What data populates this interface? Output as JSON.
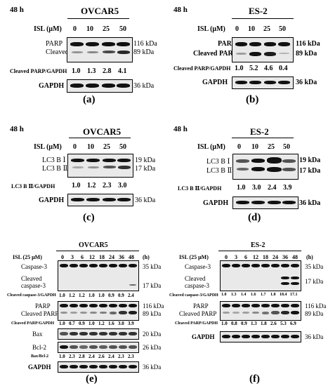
{
  "panels": {
    "a": {
      "time": "48 h",
      "cell": "OVCAR5",
      "isl_label": "ISL (μM)",
      "doses": [
        "0",
        "10",
        "25",
        "50"
      ],
      "markers": [
        "PARP",
        "Cleaved PARP"
      ],
      "kda": [
        "116 kDa",
        "89 kDa"
      ],
      "ratio_label": "Cleaved PARP/GAPDH",
      "ratios": [
        "1.0",
        "1.3",
        "2.8",
        "4.1"
      ],
      "ctrl": "GAPDH",
      "ctrl_kda": "36 kDa",
      "letter": "(a)"
    },
    "b": {
      "time": "48 h",
      "cell": "ES-2",
      "isl_label": "ISL (μM)",
      "doses": [
        "0",
        "10",
        "25",
        "50"
      ],
      "markers": [
        "PARP",
        "Cleaved PARP"
      ],
      "kda": [
        "116 kDa",
        "89 kDa"
      ],
      "ratio_label": "Cleaved PARP/GAPDH",
      "ratios": [
        "1.0",
        "5.2",
        "4.6",
        "0.4"
      ],
      "ctrl": "GAPDH",
      "ctrl_kda": "36 kDa",
      "letter": "(b)"
    },
    "c": {
      "time": "48 h",
      "cell": "OVCAR5",
      "isl_label": "ISL (μM)",
      "doses": [
        "0",
        "10",
        "25",
        "50"
      ],
      "markers": [
        "LC3 B Ⅰ",
        "LC3 B Ⅱ"
      ],
      "kda": [
        "19 kDa",
        "17 kDa"
      ],
      "ratio_label": "LC3 B Ⅱ/GAPDH",
      "ratios": [
        "1.0",
        "1.2",
        "2.3",
        "3.0"
      ],
      "ctrl": "GAPDH",
      "ctrl_kda": "36 kDa",
      "letter": "(c)"
    },
    "d": {
      "time": "48 h",
      "cell": "ES-2",
      "isl_label": "ISL (μM)",
      "doses": [
        "0",
        "10",
        "25",
        "50"
      ],
      "markers": [
        "LC3 B Ⅰ",
        "LC3 B Ⅱ"
      ],
      "kda": [
        "19 kDa",
        "17 kDa"
      ],
      "ratio_label": "LC3 B Ⅱ/GAPDH",
      "ratios": [
        "1.0",
        "3.0",
        "2.4",
        "3.9"
      ],
      "ctrl": "GAPDH",
      "ctrl_kda": "36 kDa",
      "letter": "(d)"
    },
    "e": {
      "cell": "OVCAR5",
      "isl_label": "ISL (25 μM)",
      "times": [
        "0",
        "3",
        "6",
        "12",
        "18",
        "24",
        "36",
        "48"
      ],
      "unit": "(h)",
      "casp": "Caspase-3",
      "casp_kda": "35 kDa",
      "cleaved_casp": [
        "Cleaved",
        "caspase-3"
      ],
      "cleaved_casp_kda": "17 kDa",
      "casp_ratio_label": "Cleaved caspase-3/GAPDH",
      "casp_ratios": [
        "1.0",
        "1.2",
        "1.2",
        "1.0",
        "1.0",
        "0.9",
        "0.9",
        "2.4"
      ],
      "parp": "PARP",
      "parp_kda": "116 kDa",
      "cleaved_parp": "Cleaved PARP",
      "cleaved_parp_kda": "89 kDa",
      "parp_ratio_label": "Cleaved PARP/GAPDH",
      "parp_ratios": [
        "1.0",
        "0.7",
        "0.9",
        "1.0",
        "1.2",
        "1.6",
        "3.0",
        "3.9"
      ],
      "bax": "Bax",
      "bax_kda": "20 kDa",
      "bcl": "Bcl-2",
      "bcl_kda": "26 kDa",
      "bax_ratio_label": "Bax/Bcl-2",
      "bax_ratios": [
        "1.0",
        "2.3",
        "2.8",
        "2.4",
        "2.6",
        "2.4",
        "2.3",
        "2.3"
      ],
      "ctrl": "GAPDH",
      "ctrl_kda": "36 kDa",
      "letter": "(e)"
    },
    "f": {
      "cell": "ES-2",
      "isl_label": "ISL (25 μM)",
      "times": [
        "0",
        "3",
        "6",
        "12",
        "18",
        "24",
        "36",
        "48"
      ],
      "unit": "(h)",
      "casp": "Caspase-3",
      "casp_kda": "35 kDa",
      "cleaved_casp": [
        "Cleaved",
        "caspase-3"
      ],
      "cleaved_casp_kda": "17 kDa",
      "casp_ratio_label": "Cleaved caspase-3/GAPDH",
      "casp_ratios": [
        "1.0",
        "1.3",
        "1.4",
        "1.6",
        "1.7",
        "1.8",
        "18.4",
        "17.1"
      ],
      "parp": "PARP",
      "parp_kda": "116 kDa",
      "cleaved_parp": "Cleaved PARP",
      "cleaved_parp_kda": "89 kDa",
      "parp_ratio_label": "Cleaved PARP/GAPDH",
      "parp_ratios": [
        "1.0",
        "0.8",
        "0.9",
        "1.3",
        "1.8",
        "2.6",
        "5.3",
        "6.9"
      ],
      "ctrl": "GAPDH",
      "ctrl_kda": "36 kDa",
      "letter": "(f)"
    }
  }
}
